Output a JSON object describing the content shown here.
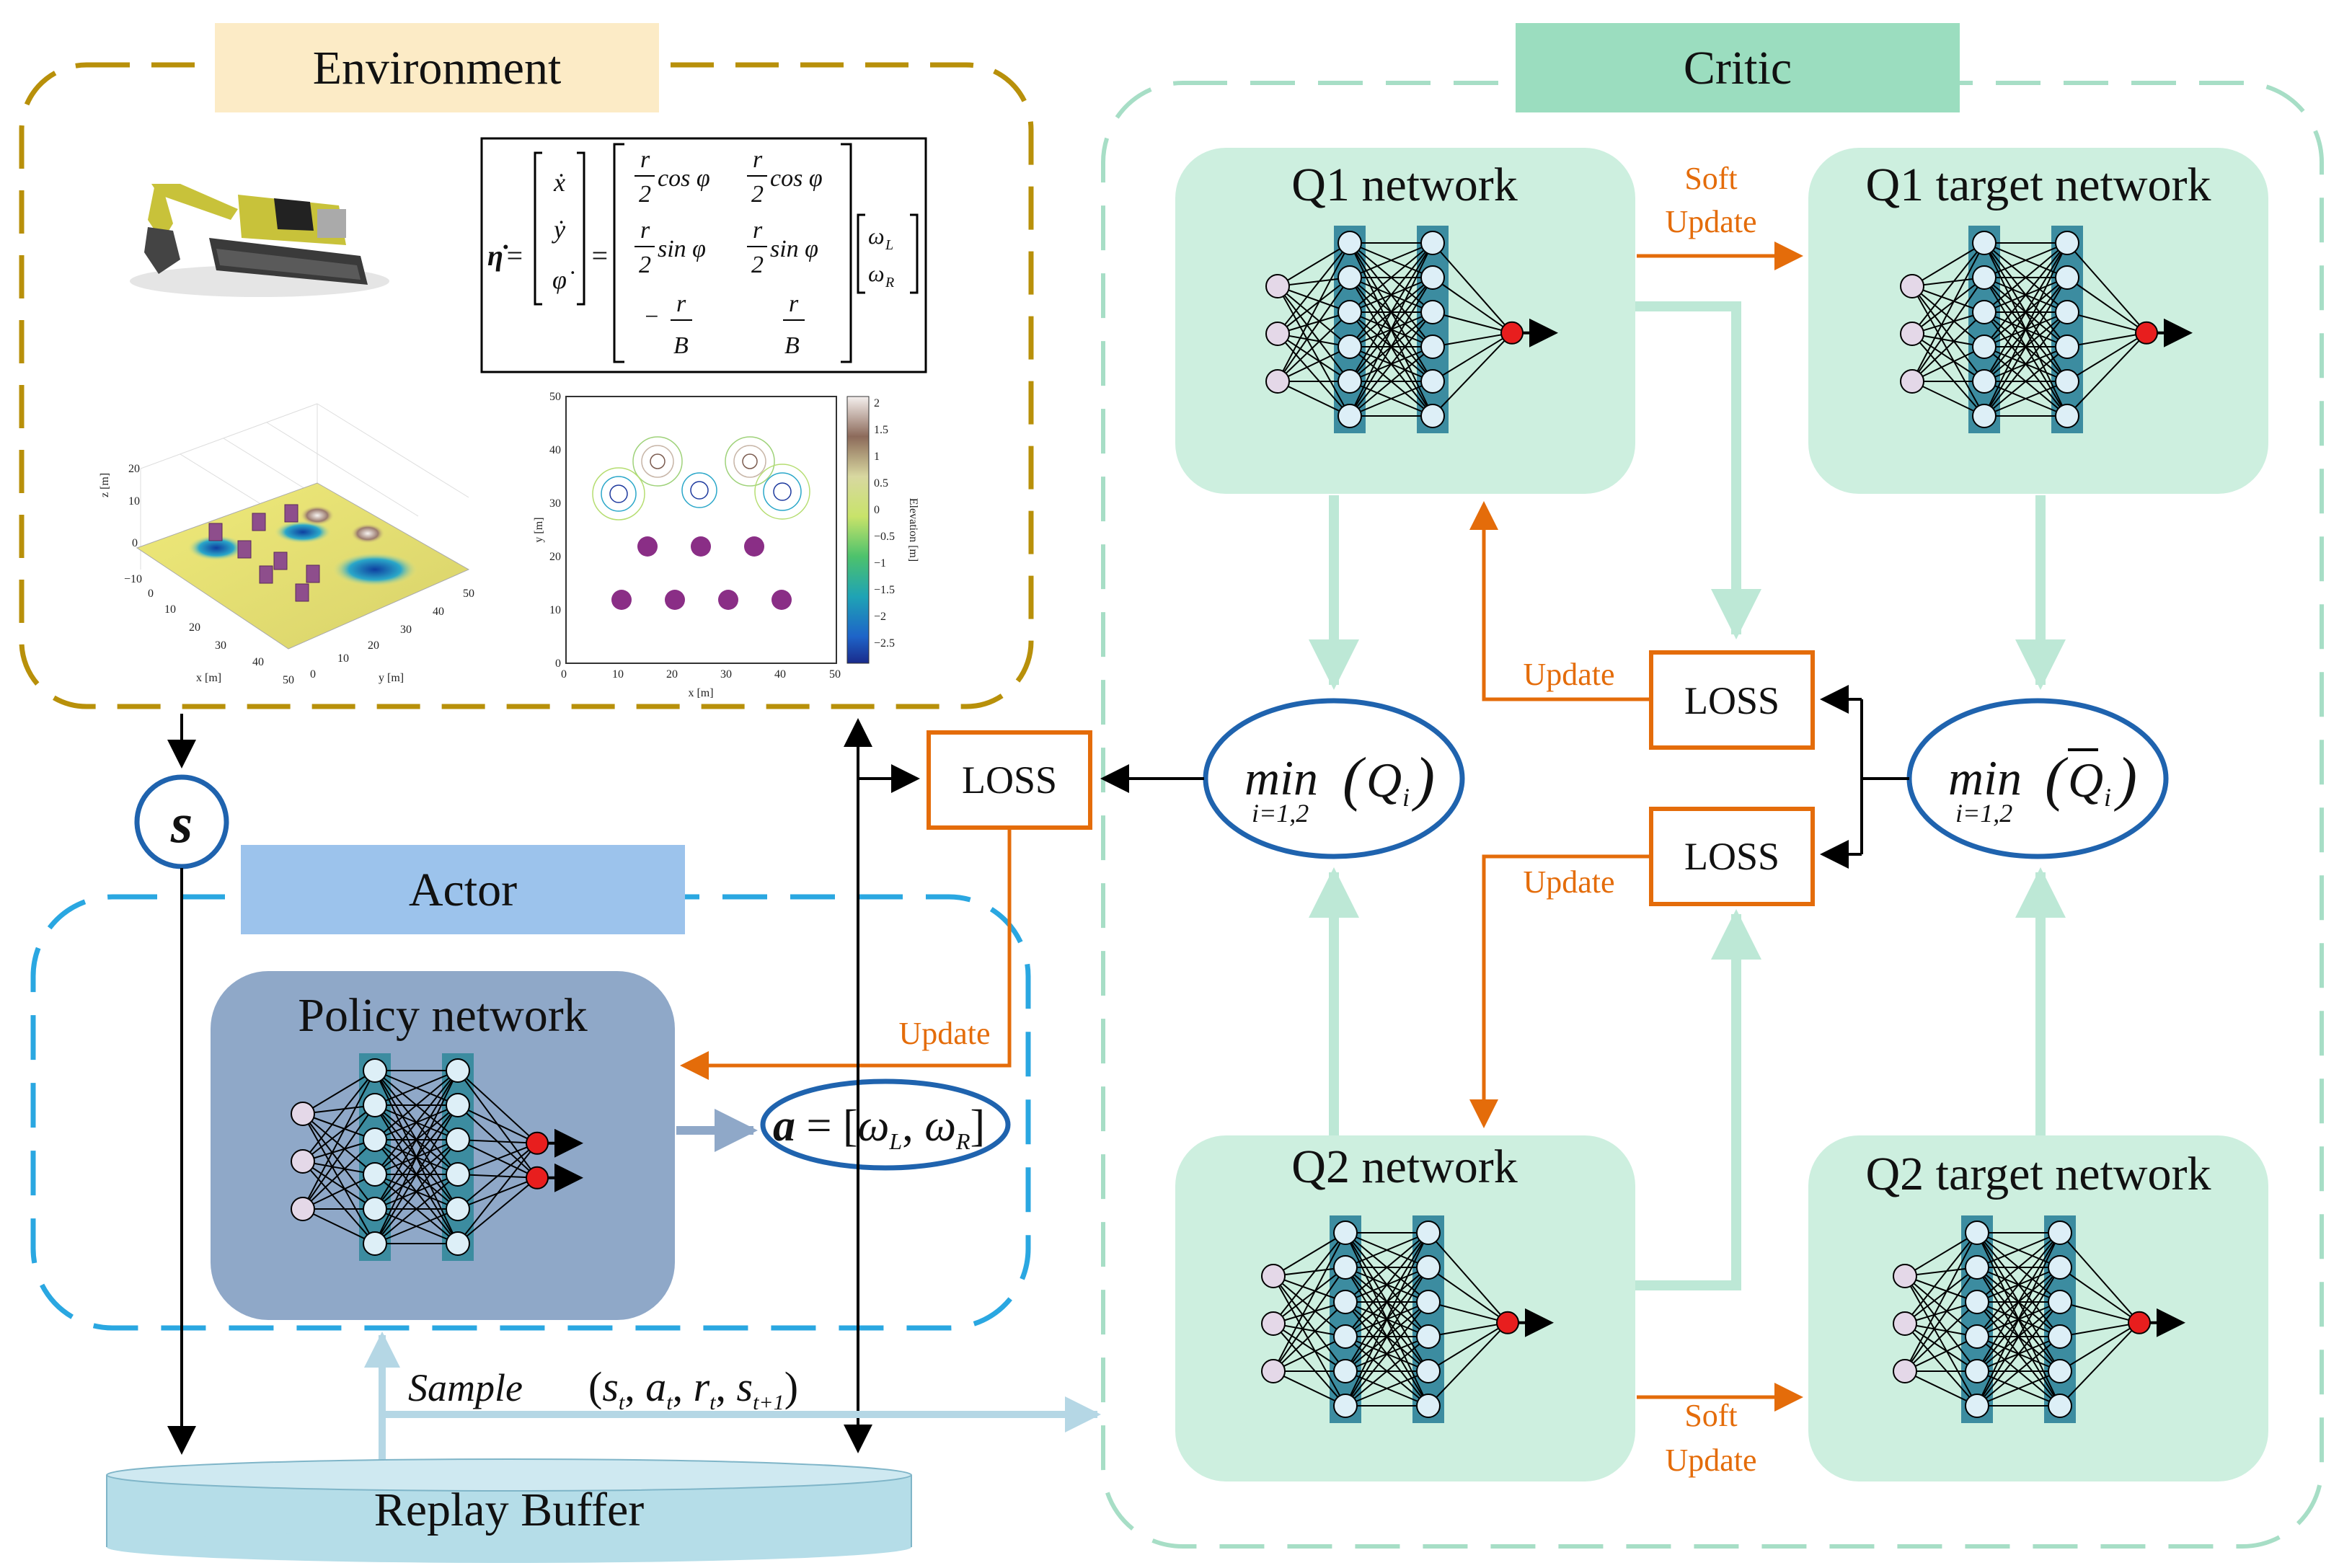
{
  "environment": {
    "title": "Environment",
    "equation": {
      "lhs": "η̇",
      "state_vec": [
        "ẋ",
        "ẏ",
        "φ̇"
      ],
      "matrix": [
        [
          "r",
          "2",
          "cos φ",
          "r",
          "2",
          "cos φ"
        ],
        [
          "r",
          "2",
          "sin φ",
          "r",
          "2",
          "sin φ"
        ],
        [
          "−",
          "r",
          "B",
          "",
          "r",
          "B"
        ]
      ],
      "input_vec": [
        "ω",
        "L",
        "ω",
        "R"
      ]
    },
    "plot3d": {
      "z_label": "z [m]",
      "x_label": "x [m]",
      "y_label": "y [m]",
      "z_ticks": [
        "20",
        "10",
        "0",
        "−10"
      ],
      "x_ticks": [
        "0",
        "10",
        "20",
        "30",
        "40",
        "50"
      ],
      "y_ticks": [
        "0",
        "10",
        "20",
        "30",
        "40",
        "50"
      ]
    },
    "plot2d": {
      "x_label": "x [m]",
      "y_label": "y [m]",
      "x_ticks": [
        "0",
        "10",
        "20",
        "30",
        "40",
        "50"
      ],
      "y_ticks": [
        "0",
        "10",
        "20",
        "30",
        "40",
        "50"
      ],
      "colorbar_label": "Elevation [m]",
      "colorbar_ticks": [
        "2",
        "1.5",
        "1",
        "0.5",
        "0",
        "−0.5",
        "−1",
        "−1.5",
        "−2",
        "−2.5"
      ]
    }
  },
  "critic": {
    "title": "Critic",
    "q1": "Q1 network",
    "q1_target": "Q1 target network",
    "q2": "Q2 network",
    "q2_target": "Q2 target network",
    "soft_update_1": "Soft",
    "soft_update_2": "Update",
    "update": "Update",
    "loss": "LOSS",
    "min_q": "min",
    "min_sub": "i=1,2"
  },
  "actor": {
    "title": "Actor",
    "policy": "Policy network",
    "update": "Update",
    "action": "a = [ω , ω ]",
    "action_sub_l": "L",
    "action_sub_r": "R"
  },
  "state_symbol": "s",
  "loss_center": "LOSS",
  "sample_label": "Sample",
  "sample_tuple": "(s , a , r , s   )",
  "replay_buffer": "Replay Buffer",
  "colors": {
    "env_border": "#B8900A",
    "env_title_bg": "#FCEBC6",
    "critic_border": "#9ED9BF",
    "critic_title_bg": "#9BDDBF",
    "net_box": "#CDEFDF",
    "actor_border": "#2AA7E1",
    "actor_title_bg": "#9CC3EC",
    "policy_box": "#8FA8C8",
    "orange": "#E46C0A",
    "ellipse_border": "#1F63AE",
    "light_arrow": "#BDE8D6",
    "buffer_fill": "#B5DDE8"
  }
}
